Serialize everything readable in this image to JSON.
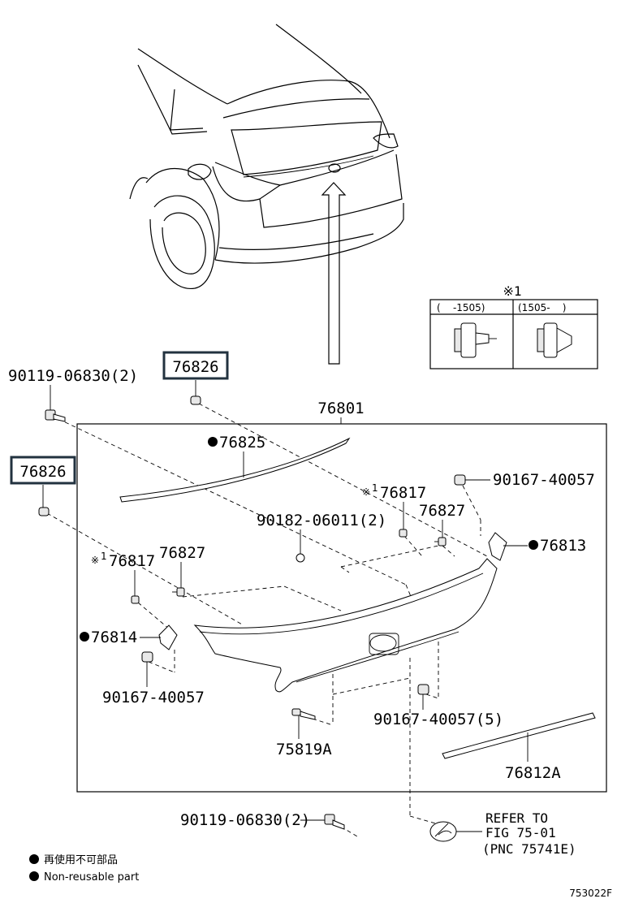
{
  "labels": {
    "main_assembly": "76801",
    "bolt_top": "90119-06830(2)",
    "bolt_bottom": "90119-06830(2)",
    "clip_boxed_upper": "76826",
    "clip_boxed_left": "76826",
    "molding_upper": "76825",
    "clip_ref_right": "76817",
    "clip_ref_left": "76817",
    "screw_right": "76827",
    "screw_left": "76827",
    "grommet_center": "90182-06011(2)",
    "nut_top_right": "90167-40057",
    "nut_left": "90167-40057",
    "nut_bottom": "90167-40057(5)",
    "bracket_right": "76813",
    "bracket_left": "76814",
    "clip_bottom": "75819A",
    "molding_lower": "76812A",
    "refer_line1": "REFER TO",
    "refer_line2": "FIG 75-01",
    "refer_line3": "(PNC 75741E)"
  },
  "ref_mark": "※",
  "ref_mark_number": "1",
  "inset": {
    "title": "※1",
    "col1": "(    -1505)",
    "col2": "(1505-    )"
  },
  "legend": {
    "item1": "再使用不可部品",
    "item2": "Non-reusable part"
  },
  "figure_id": "753022F"
}
